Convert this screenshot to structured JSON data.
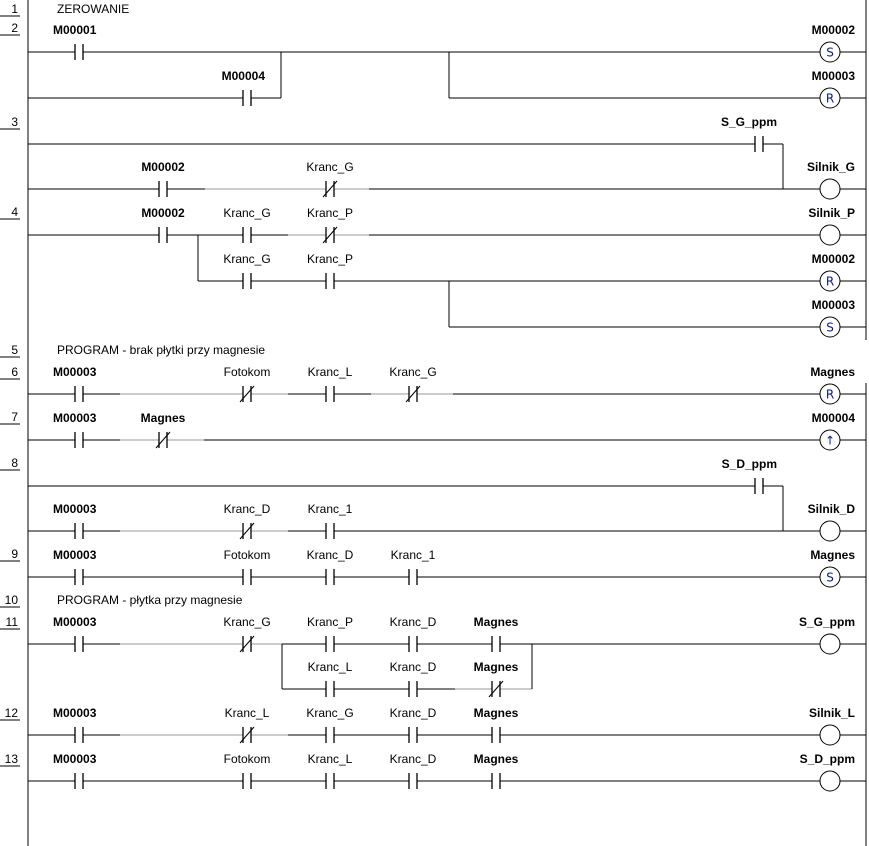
{
  "rungs": [
    "1",
    "2",
    "3",
    "4",
    "5",
    "6",
    "7",
    "8",
    "9",
    "10",
    "11",
    "12",
    "13"
  ],
  "comments": {
    "zerowanie": "ZEROWANIE",
    "program_brak": "PROGRAM - brak płytki przy magnesie",
    "program_plytka": "PROGRAM - płytka przy magnesie"
  },
  "contacts": [
    {
      "label": "M00001",
      "type": "NO"
    },
    {
      "label": "M00004",
      "type": "NO"
    },
    {
      "label": "S_G_ppm",
      "type": "NO"
    },
    {
      "label": "M00002",
      "type": "NO"
    },
    {
      "label": "Kranc_G",
      "type": "NC"
    },
    {
      "label": "M00002",
      "type": "NO"
    },
    {
      "label": "Kranc_G",
      "type": "NO"
    },
    {
      "label": "Kranc_P",
      "type": "NC"
    },
    {
      "label": "Kranc_G",
      "type": "NO"
    },
    {
      "label": "Kranc_P",
      "type": "NO"
    },
    {
      "label": "M00003",
      "type": "NO"
    },
    {
      "label": "Fotokom",
      "type": "NC"
    },
    {
      "label": "Kranc_L",
      "type": "NO"
    },
    {
      "label": "Kranc_G",
      "type": "NC"
    },
    {
      "label": "M00003",
      "type": "NO"
    },
    {
      "label": "Magnes",
      "type": "NC"
    },
    {
      "label": "S_D_ppm",
      "type": "NO"
    },
    {
      "label": "M00003",
      "type": "NO"
    },
    {
      "label": "Kranc_D",
      "type": "NC"
    },
    {
      "label": "Kranc_1",
      "type": "NO"
    },
    {
      "label": "M00003",
      "type": "NO"
    },
    {
      "label": "Fotokom",
      "type": "NO"
    },
    {
      "label": "Kranc_D",
      "type": "NO"
    },
    {
      "label": "Kranc_1",
      "type": "NO"
    },
    {
      "label": "M00003",
      "type": "NO"
    },
    {
      "label": "Kranc_G",
      "type": "NC"
    },
    {
      "label": "Kranc_P",
      "type": "NO"
    },
    {
      "label": "Kranc_D",
      "type": "NO"
    },
    {
      "label": "Magnes",
      "type": "NO"
    },
    {
      "label": "Kranc_L",
      "type": "NO"
    },
    {
      "label": "Kranc_D",
      "type": "NO"
    },
    {
      "label": "Magnes",
      "type": "NC"
    },
    {
      "label": "M00003",
      "type": "NO"
    },
    {
      "label": "Kranc_L",
      "type": "NC"
    },
    {
      "label": "Kranc_G",
      "type": "NO"
    },
    {
      "label": "Kranc_D",
      "type": "NO"
    },
    {
      "label": "Magnes",
      "type": "NO"
    },
    {
      "label": "M00003",
      "type": "NO"
    },
    {
      "label": "Fotokom",
      "type": "NO"
    },
    {
      "label": "Kranc_L",
      "type": "NO"
    },
    {
      "label": "Kranc_D",
      "type": "NO"
    },
    {
      "label": "Magnes",
      "type": "NO"
    }
  ],
  "coils": [
    {
      "label": "M00002",
      "mark": "S"
    },
    {
      "label": "M00003",
      "mark": "R"
    },
    {
      "label": "Silnik_G",
      "mark": ""
    },
    {
      "label": "Silnik_P",
      "mark": ""
    },
    {
      "label": "M00002",
      "mark": "R"
    },
    {
      "label": "M00003",
      "mark": "S"
    },
    {
      "label": "Magnes",
      "mark": "R"
    },
    {
      "label": "M00004",
      "mark": "↑"
    },
    {
      "label": "Silnik_D",
      "mark": ""
    },
    {
      "label": "Magnes",
      "mark": "S"
    },
    {
      "label": "S_G_ppm",
      "mark": ""
    },
    {
      "label": "Silnik_L",
      "mark": ""
    },
    {
      "label": "S_D_ppm",
      "mark": ""
    }
  ]
}
